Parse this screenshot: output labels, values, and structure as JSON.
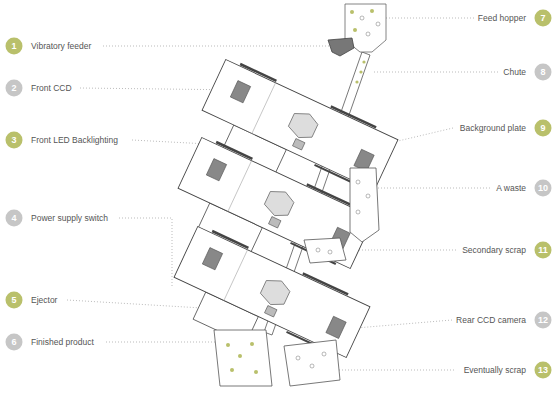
{
  "diagram": {
    "nodes": [
      {
        "text": [
          "1"
        ]
      },
      {
        "text": [
          "2"
        ]
      },
      {
        "text": [
          "3"
        ]
      },
      {
        "text": [
          "4"
        ]
      },
      {
        "text": [
          "5"
        ]
      },
      {
        "text": [
          "6"
        ]
      },
      {
        "text": [
          "7"
        ]
      },
      {
        "text": [
          "8"
        ]
      },
      {
        "text": [
          "9"
        ]
      },
      {
        "text": [
          "10"
        ]
      },
      {
        "text": [
          "11"
        ]
      },
      {
        "text": [
          "12"
        ]
      },
      {
        "text": [
          "13"
        ]
      }
    ],
    "labels": [
      "Vibratory feeder",
      "Front CCD",
      "Front LED Backlighting",
      "Power supply switch",
      "Ejector",
      "Finished product",
      "Feed hopper",
      "Chute",
      "Background plate",
      "A waste",
      "Secondary scrap",
      "Rear CCD camera",
      "Eventually scrap"
    ]
  }
}
